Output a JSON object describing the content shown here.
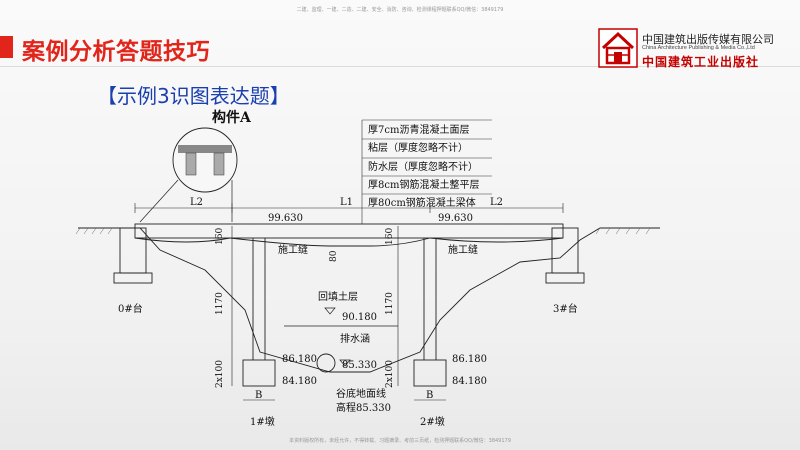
{
  "watermark_top": "二建、监理、一建、二造、二建、安全、消防、咨询、检测课程押题联系QQ/微信：3849179",
  "watermark_bottom": "本资料版权所有，未经允许，不得转载、习题摘录、考前三页纸，检测押题联系QQ/微信：3849179",
  "header": {
    "title": "案例分析答题技巧",
    "accent": "#e1251b"
  },
  "publisher": {
    "name_cn": "中国建筑出版传媒有限公司",
    "name_en": "China Architecture Publishing & Media Co.,Ltd",
    "name_cn2": "中国建筑工业出版社"
  },
  "subtitle": "【示例3识图表达题】",
  "drawing": {
    "component_label": "构件A",
    "layers": [
      "厚7cm沥青混凝土面层",
      "粘层（厚度忽略不计）",
      "防水层（厚度忽略不计）",
      "厚8cm钢筋混凝土整平层",
      "厚80cm钢筋混凝土梁体"
    ],
    "span_left": "L2",
    "span_mid": "L1",
    "span_right": "L2",
    "elev_deck_left": "99.630",
    "elev_deck_right": "99.630",
    "dim_160_left": "160",
    "dim_160_right": "160",
    "dim_80": "80",
    "construction_joint_left": "施工缝",
    "construction_joint_right": "施工缝",
    "abutment_left": "0#台",
    "abutment_right": "3#台",
    "backfill": "回填土层",
    "elev_backfill": "90.180",
    "dim_1170_left": "1170",
    "dim_1170_right": "1170",
    "culvert": "排水涵",
    "elev_8618_left": "86.180",
    "elev_8618_right": "86.180",
    "elev_85330": "85.330",
    "dim_2x100_left": "2x100",
    "dim_2x100_right": "2x100",
    "elev_8418_left": "84.180",
    "elev_8418_right": "84.180",
    "b_left": "B",
    "b_right": "B",
    "valley_line": "谷底地面线",
    "valley_elev": "高程85.330",
    "pier_left": "1#墩",
    "pier_right": "2#墩"
  }
}
